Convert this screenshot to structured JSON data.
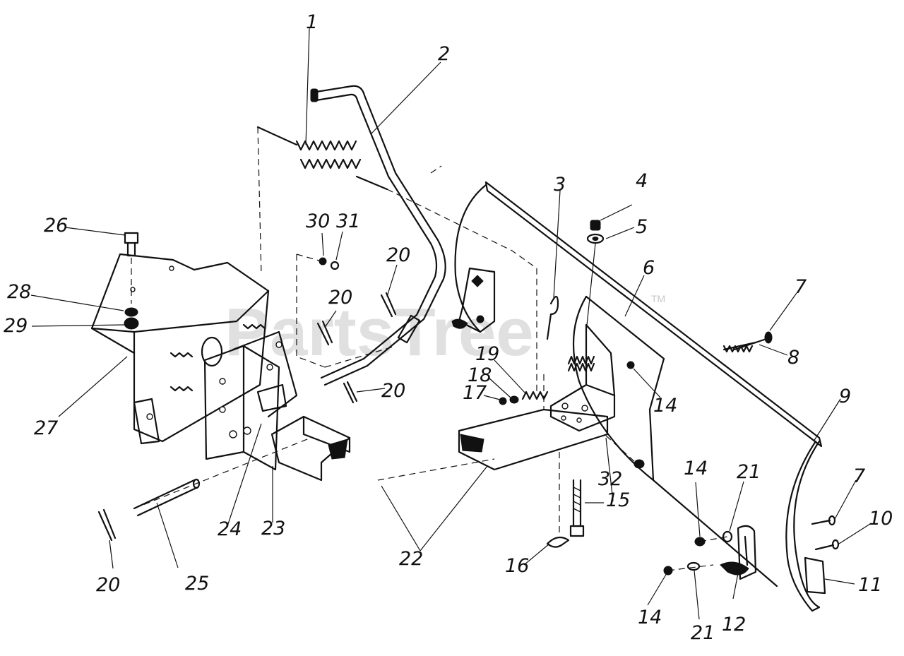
{
  "watermark": {
    "text": "PartsTree",
    "mark": "TM"
  },
  "callouts": [
    {
      "id": "c1",
      "label": "1"
    },
    {
      "id": "c2",
      "label": "2"
    },
    {
      "id": "c3",
      "label": "3"
    },
    {
      "id": "c4",
      "label": "4"
    },
    {
      "id": "c5",
      "label": "5"
    },
    {
      "id": "c6",
      "label": "6"
    },
    {
      "id": "c7a",
      "label": "7"
    },
    {
      "id": "c7b",
      "label": "7"
    },
    {
      "id": "c8",
      "label": "8"
    },
    {
      "id": "c9",
      "label": "9"
    },
    {
      "id": "c10",
      "label": "10"
    },
    {
      "id": "c11",
      "label": "11"
    },
    {
      "id": "c12",
      "label": "12"
    },
    {
      "id": "c14a",
      "label": "14"
    },
    {
      "id": "c14b",
      "label": "14"
    },
    {
      "id": "c14c",
      "label": "14"
    },
    {
      "id": "c15",
      "label": "15"
    },
    {
      "id": "c16",
      "label": "16"
    },
    {
      "id": "c17",
      "label": "17"
    },
    {
      "id": "c18",
      "label": "18"
    },
    {
      "id": "c19",
      "label": "19"
    },
    {
      "id": "c20a",
      "label": "20"
    },
    {
      "id": "c20b",
      "label": "20"
    },
    {
      "id": "c20c",
      "label": "20"
    },
    {
      "id": "c20d",
      "label": "20"
    },
    {
      "id": "c21a",
      "label": "21"
    },
    {
      "id": "c21b",
      "label": "21"
    },
    {
      "id": "c22",
      "label": "22"
    },
    {
      "id": "c23",
      "label": "23"
    },
    {
      "id": "c24",
      "label": "24"
    },
    {
      "id": "c25",
      "label": "25"
    },
    {
      "id": "c26",
      "label": "26"
    },
    {
      "id": "c27",
      "label": "27"
    },
    {
      "id": "c28",
      "label": "28"
    },
    {
      "id": "c29",
      "label": "29"
    },
    {
      "id": "c30",
      "label": "30"
    },
    {
      "id": "c31",
      "label": "31"
    },
    {
      "id": "c32",
      "label": "32"
    }
  ]
}
